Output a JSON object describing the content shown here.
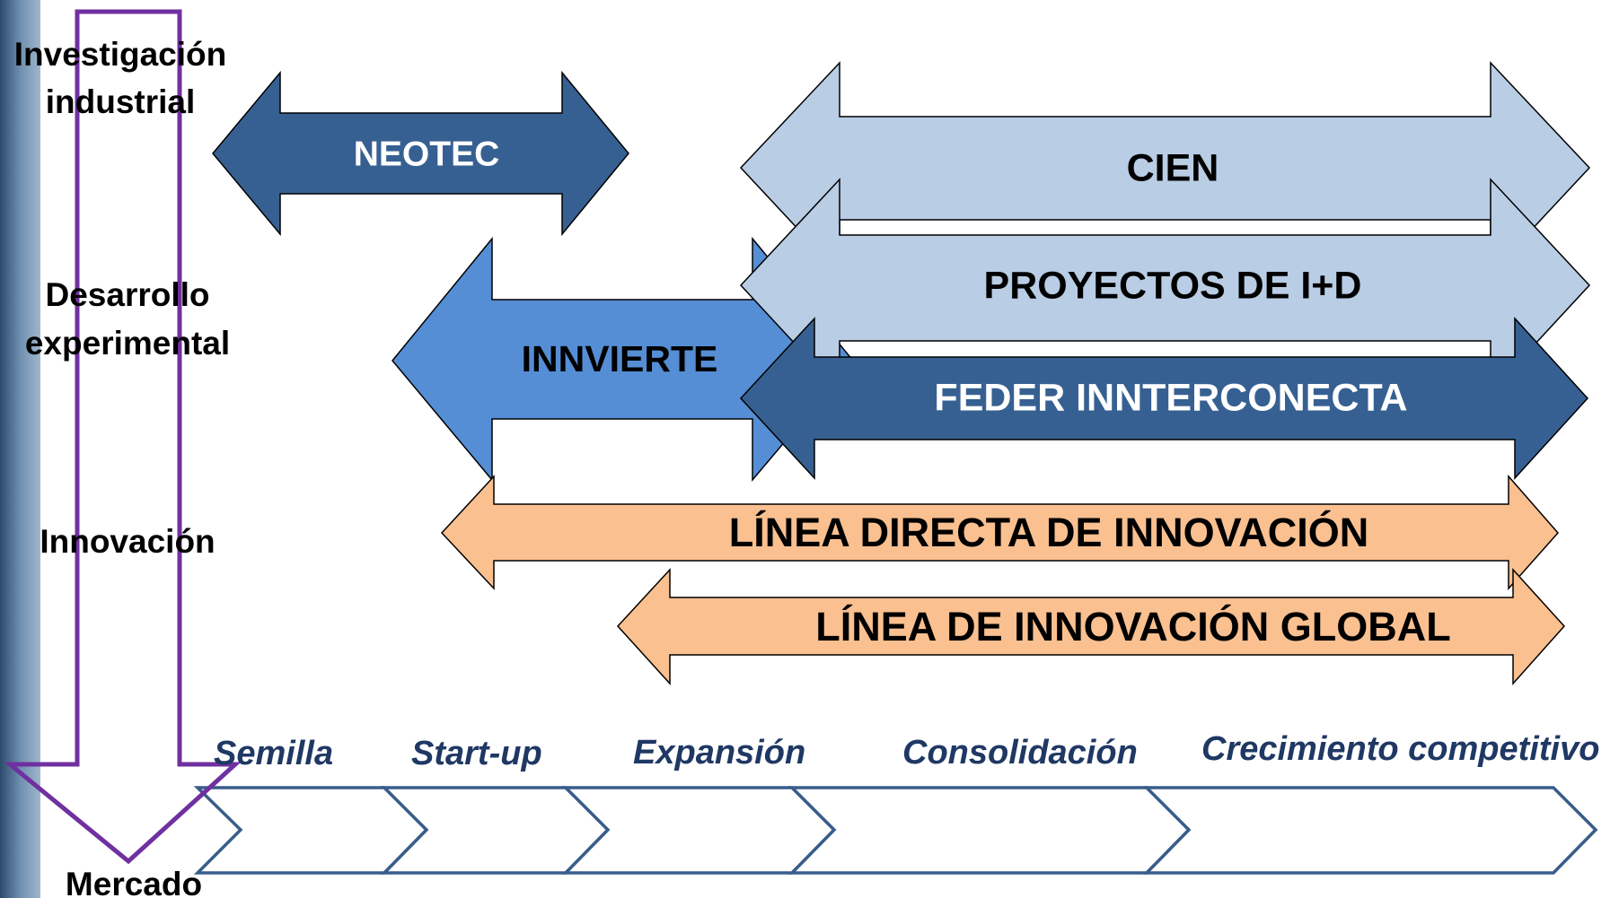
{
  "levels": {
    "research_line1": "Investigación",
    "research_line2": "industrial",
    "development_line1": "Desarrollo",
    "development_line2": "experimental",
    "innovation": "Innovación",
    "market": "Mercado"
  },
  "programs": {
    "neotec": "NEOTEC",
    "cien": "CIEN",
    "proyectos": "PROYECTOS DE I+D",
    "innvierte": "INNVIERTE",
    "feder": "FEDER INNTERCONECTA",
    "linea_directa": "LÍNEA DIRECTA DE INNOVACIÓN",
    "linea_global": "LÍNEA DE INNOVACIÓN GLOBAL"
  },
  "stages": [
    "Semilla",
    "Start-up",
    "Expansión",
    "Consolidación",
    "Crecimiento competitivo"
  ],
  "colors": {
    "dark_blue": "#376092",
    "light_blue": "#b9cde5",
    "mid_blue": "#558ed5",
    "peach": "#fac090",
    "purple": "#7030a0",
    "chevron_stroke": "#385d8a",
    "stage_text": "#1f3864"
  }
}
